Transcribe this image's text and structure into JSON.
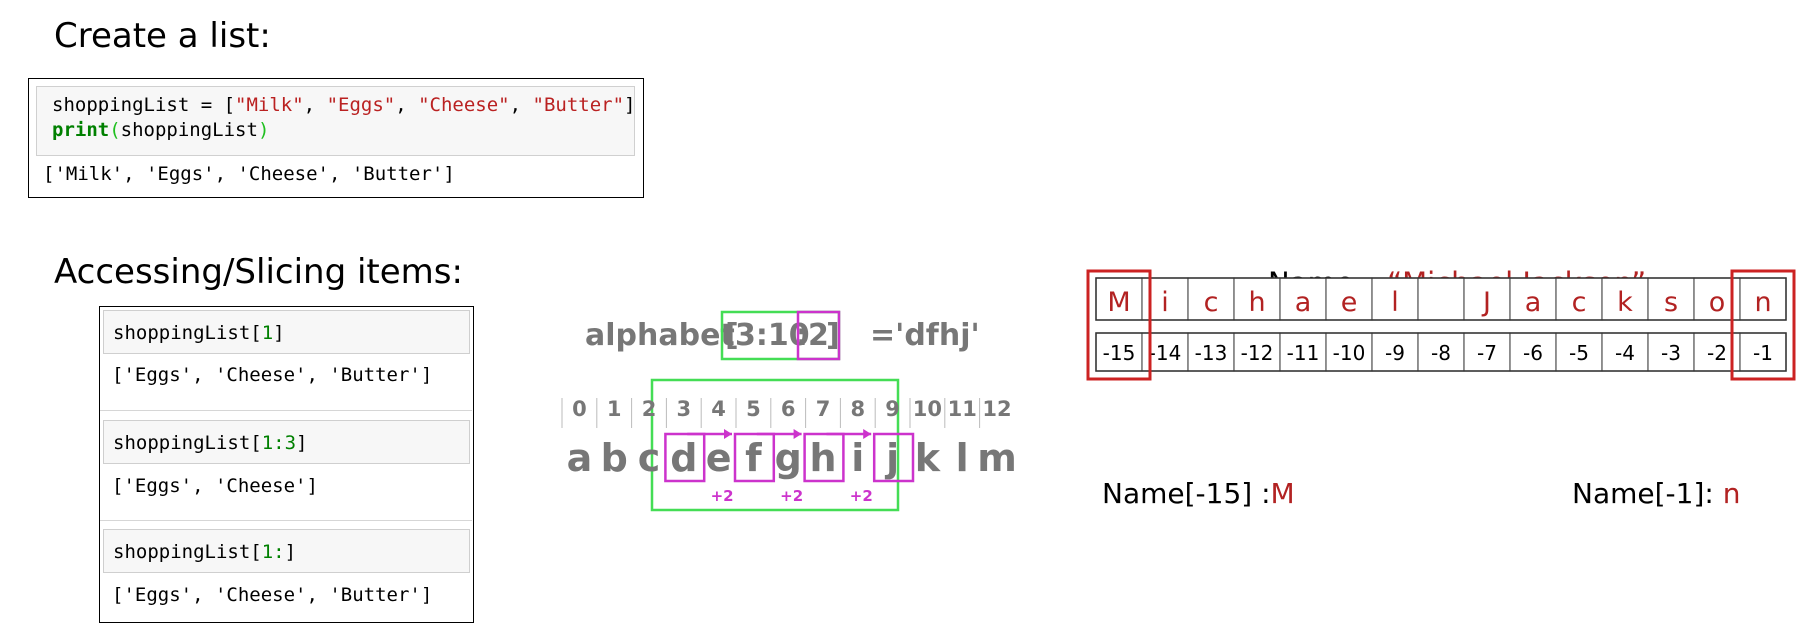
{
  "section1": {
    "heading": "Create a list:",
    "code": {
      "var": "shoppingList = [",
      "items": [
        "\"Milk\"",
        "\"Eggs\"",
        "\"Cheese\"",
        "\"Butter\""
      ],
      "sep": ", ",
      "close": "]",
      "print_kw": "print",
      "print_open": "(",
      "print_arg": "shoppingList",
      "print_close": ")"
    },
    "output": "['Milk', 'Eggs', 'Cheese', 'Butter']"
  },
  "section2": {
    "heading": "Accessing/Slicing items:",
    "cells": [
      {
        "pre": "shoppingList[",
        "arg": "1",
        "post": "]",
        "output": "['Eggs', 'Cheese', 'Butter']"
      },
      {
        "pre": "shoppingList[",
        "arg": "1:3",
        "post": "]",
        "output": "['Eggs', 'Cheese']"
      },
      {
        "pre": "shoppingList[",
        "arg": "1:",
        "post": "]",
        "output": "['Eggs', 'Cheese', 'Butter']"
      }
    ]
  },
  "alphabet_diagram": {
    "expr_name": "alphabet",
    "expr_open": "[",
    "expr_range": "3:10",
    "expr_step": ":2",
    "expr_close": "]",
    "result": "='dfhj'",
    "indices": [
      "0",
      "1",
      "2",
      "3",
      "4",
      "5",
      "6",
      "7",
      "8",
      "9",
      "10",
      "11",
      "12"
    ],
    "letters": [
      "a",
      "b",
      "c",
      "d",
      "e",
      "f",
      "g",
      "h",
      "i",
      "j",
      "k",
      "l",
      "m"
    ],
    "selected_indices": [
      3,
      5,
      7,
      9
    ],
    "step_labels": [
      "+2",
      "+2",
      "+2"
    ],
    "colors": {
      "range_box": "#44dd55",
      "step_box": "#cc33cc",
      "text": "#777777"
    }
  },
  "name_diagram": {
    "title_prefix": "Name= ",
    "title_value": "“Michael Jackson”",
    "letters": [
      "M",
      "i",
      "c",
      "h",
      "a",
      "e",
      "l",
      "",
      "J",
      "a",
      "c",
      "k",
      "s",
      "o",
      "n"
    ],
    "neg_indices": [
      "-15",
      "-14",
      "-13",
      "-12",
      "-11",
      "-10",
      "-9",
      "-8",
      "-7",
      "-6",
      "-5",
      "-4",
      "-3",
      "-2",
      "-1"
    ],
    "example1_label": "Name[-15] :",
    "example1_value": "M",
    "example2_label": "Name[-1]: ",
    "example2_value": "n",
    "colors": {
      "letter": "#b22222",
      "highlight_box": "#cc2222"
    }
  }
}
